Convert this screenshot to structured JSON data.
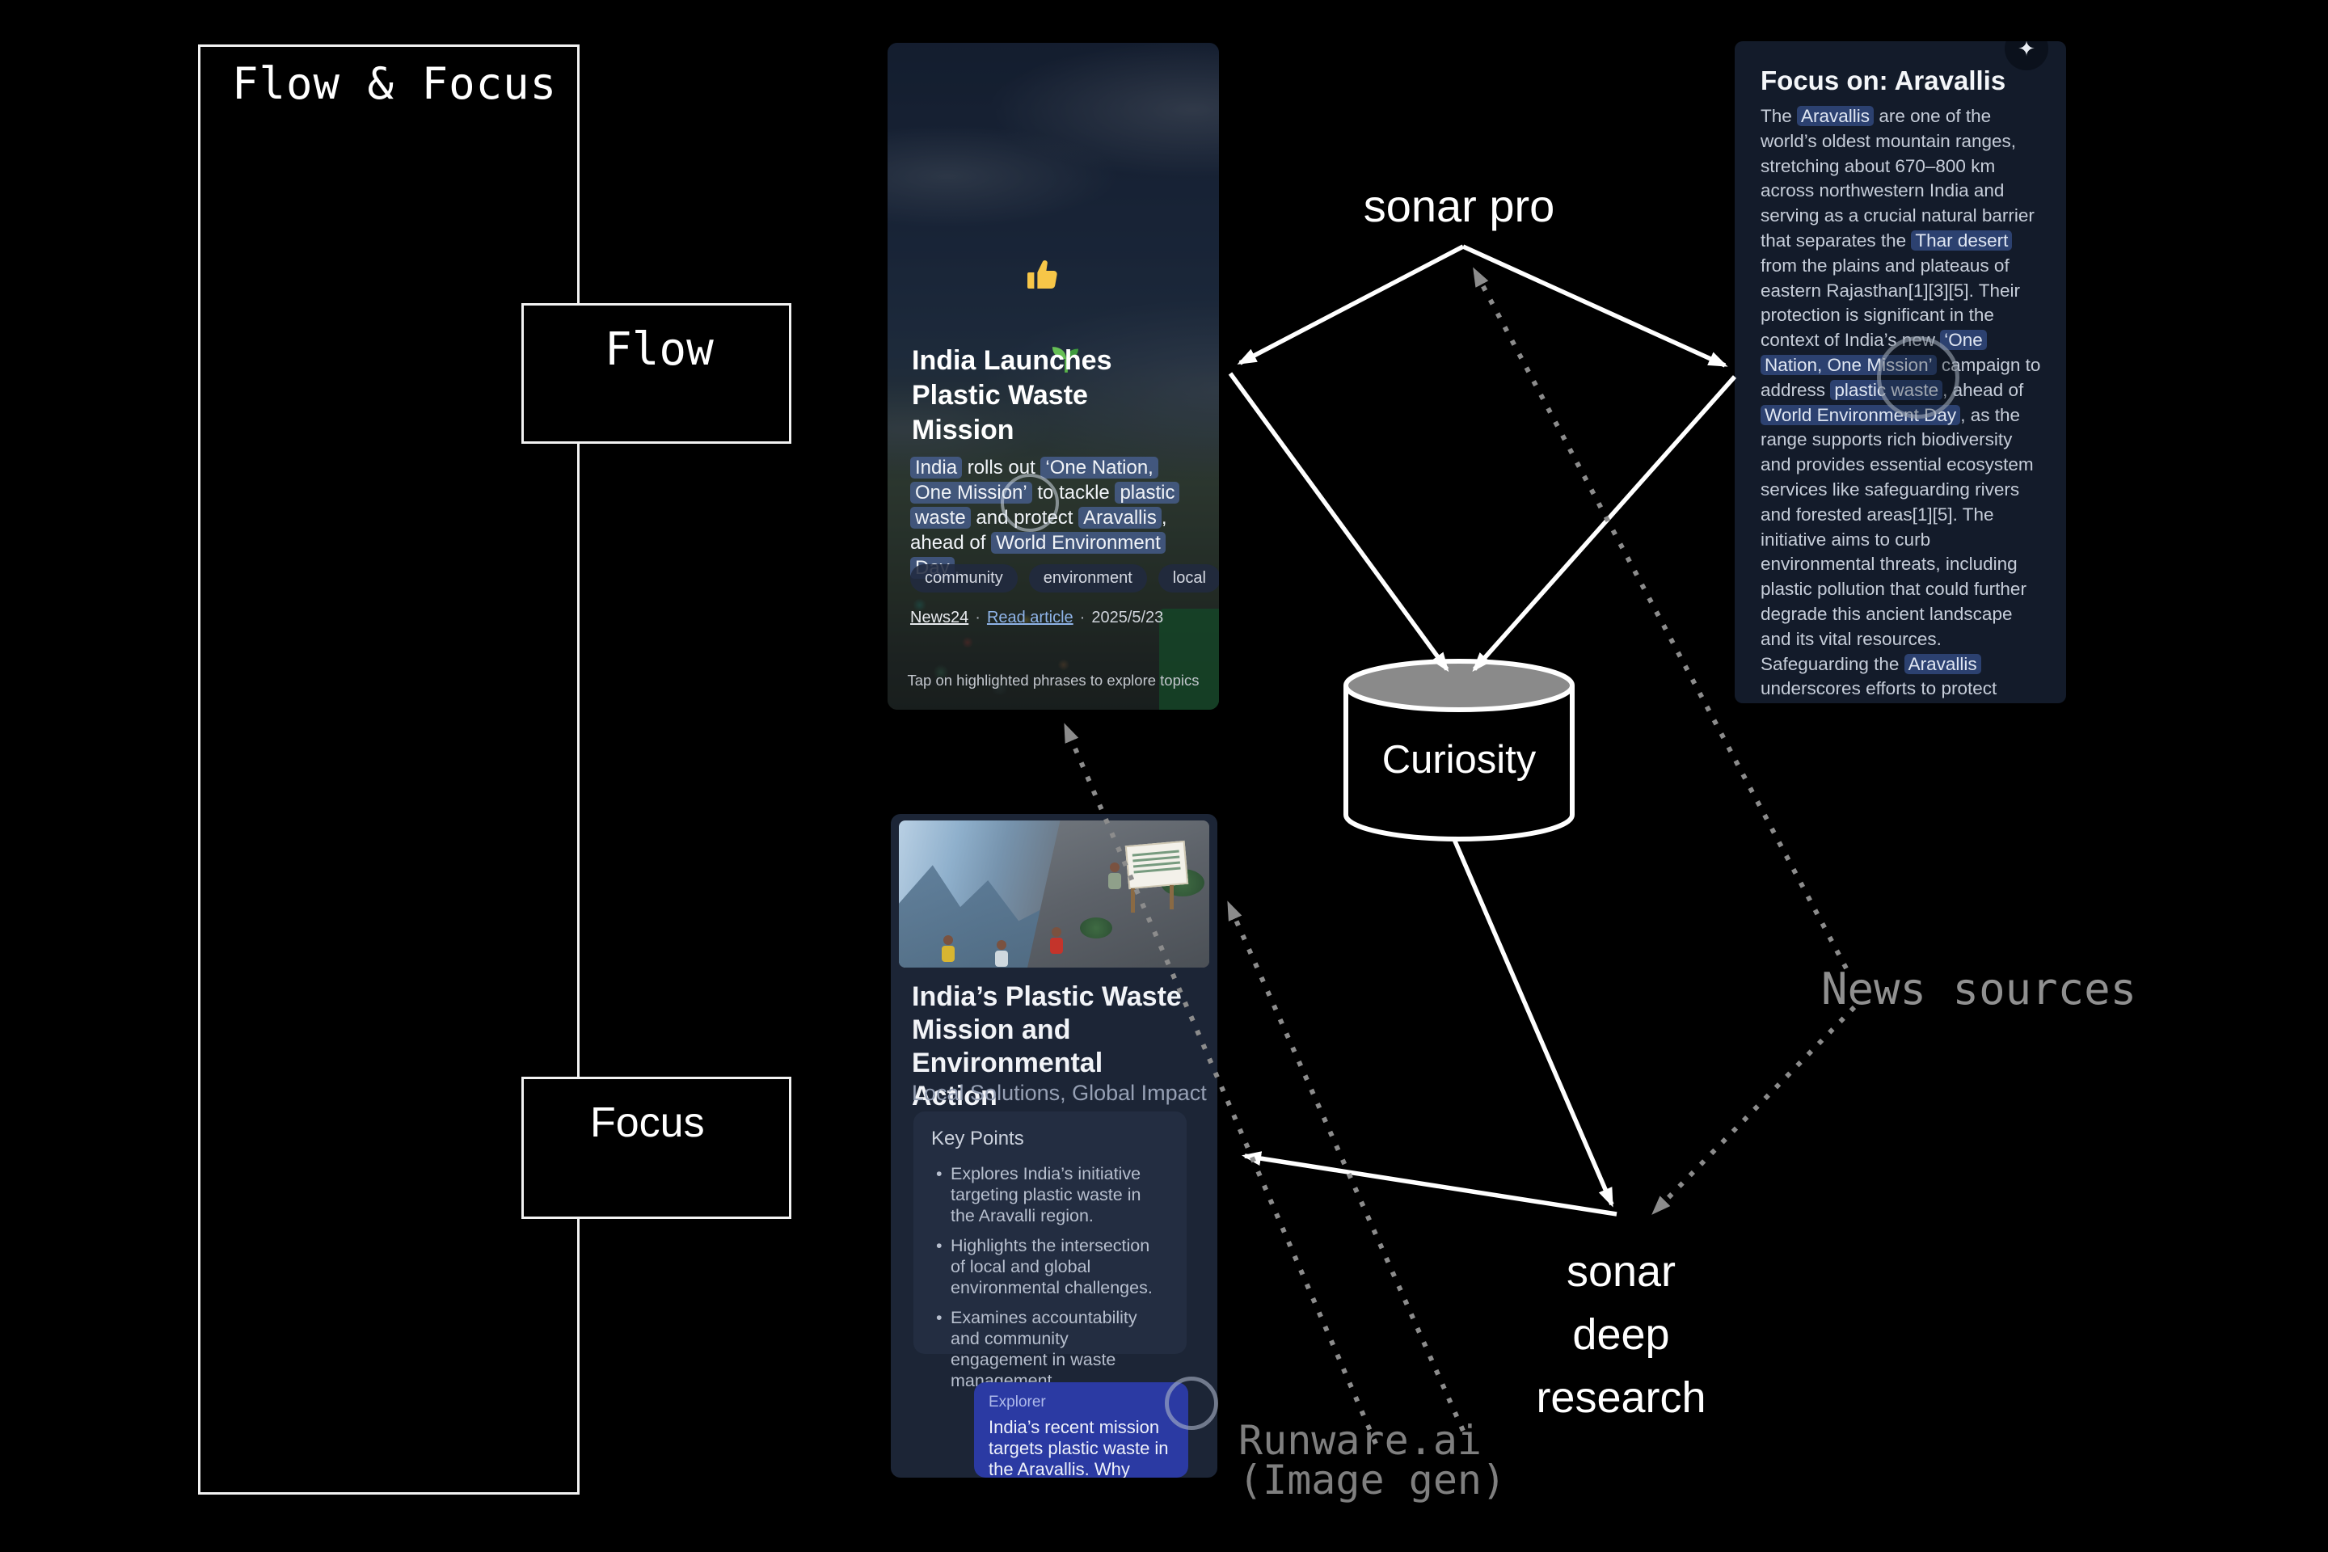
{
  "left_panel": {
    "title": "Flow & Focus",
    "flow": "Flow",
    "focus": "Focus"
  },
  "labels": {
    "sonar_pro": "sonar pro",
    "curiosity": "Curiosity",
    "news_sources": "News sources",
    "sonar_deep_research": [
      "sonar",
      "deep",
      "research"
    ],
    "runware": [
      "Runware.ai",
      "(Image gen)"
    ]
  },
  "card1": {
    "icons": [
      "thumbs-up",
      "seedling"
    ],
    "headline": "India Launches Plastic Waste Mission",
    "body": [
      {
        "t": "India",
        "h": 1
      },
      {
        "t": " rolls out ",
        "h": 0
      },
      {
        "t": "‘One Nation, One Mission’",
        "h": 1
      },
      {
        "t": " to tackle ",
        "h": 0
      },
      {
        "t": "plastic waste",
        "h": 1
      },
      {
        "t": " and protect ",
        "h": 0
      },
      {
        "t": "Aravallis",
        "h": 1
      },
      {
        "t": ", ahead of ",
        "h": 0
      },
      {
        "t": "World Environment Day",
        "h": 1
      },
      {
        "t": ".",
        "h": 0
      }
    ],
    "tags": [
      "community",
      "environment",
      "local"
    ],
    "source": "News24",
    "sep1": "·",
    "read_article": "Read article",
    "sep2": "·",
    "date": "2025/5/23",
    "hint": "Tap on highlighted phrases to explore topics"
  },
  "card2": {
    "title": "India’s Plastic Waste Mission and Environmental Action",
    "subtitle": "Local Solutions, Global Impact",
    "key_points_title": "Key Points",
    "key_points": [
      "Explores India’s initiative targeting plastic waste in the Aravalli region.",
      "Highlights the intersection of local and global environmental challenges.",
      "Examines accountability and community engagement in waste management."
    ],
    "explorer_label": "Explorer",
    "explorer_text": "India’s recent mission targets plastic waste in the Aravallis. Why focus on"
  },
  "focus_panel": {
    "icon": "sparkle",
    "title": "Focus on: Aravallis",
    "body": [
      {
        "t": "The ",
        "h": 0
      },
      {
        "t": "Aravallis",
        "h": 1
      },
      {
        "t": " are one of the world’s oldest mountain ranges, stretching about 670–800 km across northwestern India and serving as a crucial natural barrier that separates the ",
        "h": 0
      },
      {
        "t": "Thar desert",
        "h": 1
      },
      {
        "t": " from the plains and plateaus of eastern Rajasthan[1][3][5]. Their protection is significant in the context of India’s new ",
        "h": 0
      },
      {
        "t": "‘One Nation, One Mission’",
        "h": 1
      },
      {
        "t": " campaign to address ",
        "h": 0
      },
      {
        "t": "plastic waste",
        "h": 1
      },
      {
        "t": ", ahead of ",
        "h": 0
      },
      {
        "t": "World Environment Day",
        "h": 1
      },
      {
        "t": ", as the range supports rich biodiversity and provides essential ecosystem services like safeguarding rivers and forested areas[1][5]. The initiative aims to curb environmental threats, including plastic pollution that could further degrade this ancient landscape and its vital resources. Safeguarding the ",
        "h": 0
      },
      {
        "t": "Aravallis",
        "h": 1
      },
      {
        "t": " underscores efforts to protect India’s environmental heritage and ecological balance.",
        "h": 0
      }
    ]
  },
  "colors": {
    "background": "#000000",
    "explorer_blue": "#2b3aa3",
    "highlight_blue": "#5673bb",
    "dotted_gray": "#8c8c8c",
    "cylinder_top_gray": "#8a8a8a"
  }
}
